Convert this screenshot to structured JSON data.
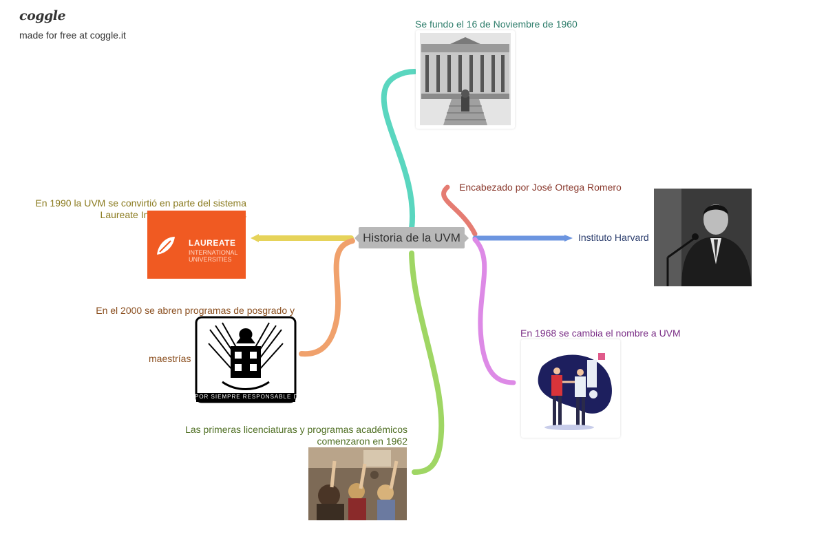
{
  "brand": {
    "logo": "coggle",
    "tagline": "made for free at coggle.it"
  },
  "root": {
    "label": "Historia de la UVM"
  },
  "branches": {
    "founded": {
      "label": "Se fundo el 16 de Noviembre de 1960",
      "color": "#2e7d6b",
      "line": "#5ad6bf"
    },
    "headed": {
      "label": "Encabezado por José Ortega Romero",
      "color": "#8a3a2e",
      "line": "#e57c72"
    },
    "harvard": {
      "label": "Instituto Harvard",
      "color": "#2c3e6e",
      "line": "#6c95e0"
    },
    "renamed": {
      "label": "En 1968 se cambia el nombre a UVM",
      "color": "#7a2e86",
      "line": "#dd8ae6"
    },
    "laureate": {
      "line1": "En 1990 la UVM se convirtió en parte del sistema",
      "line2": "Laureate International Universities",
      "color": "#8a7a1e",
      "line": "#e6d35a"
    },
    "posgrado": {
      "line1": "En el 2000 se abren programas de posgrado y",
      "line2": "maestrías",
      "color": "#8a4e1e",
      "line": "#f0a16c"
    },
    "licenciaturas": {
      "line1": "Las primeras licenciaturas y programas académicos",
      "line2": "comenzaron en 1962",
      "color": "#4e6e22",
      "line": "#9fd664"
    }
  },
  "laureate_logo": {
    "title": "LAUREATE",
    "sub1": "INTERNATIONAL",
    "sub2": "UNIVERSITIES",
    "bg": "#f05a22"
  },
  "seal": {
    "ring_text": "POR SIEMPRE RESPONSABLE DE LO QUE SE HA CULTIVADO"
  }
}
